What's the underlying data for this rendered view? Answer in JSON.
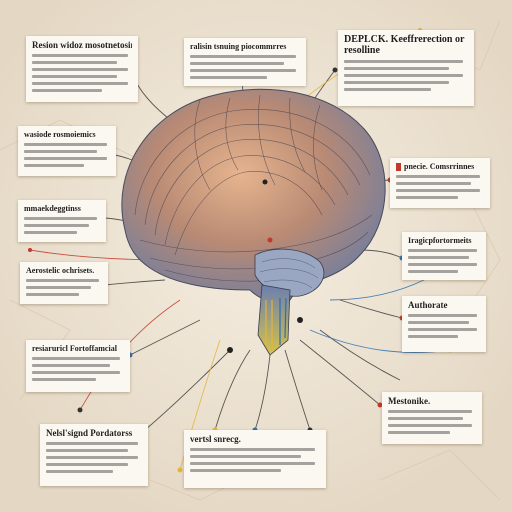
{
  "colors": {
    "background": "#efe6d6",
    "card": "#fbf8f2",
    "accent_red": "#c0392b",
    "accent_blue": "#2e6fb0",
    "accent_yellow": "#e3b43a",
    "brain": "#c99a78"
  },
  "cards": [
    {
      "title": "Resion widoz mosotnetosing"
    },
    {
      "title": "ralisin tsnuing piocommrres"
    },
    {
      "title": "DEPLCK. Keeffrerection or",
      "subtitle": "resolline"
    },
    {
      "title": "wasiode rosmoiemics"
    },
    {
      "title": "pnecie. Comsrrinnes"
    },
    {
      "title": "mmaekdeggtinss"
    },
    {
      "title": "Iragicpfortormeits"
    },
    {
      "title": "Aerostelic ochrisets."
    },
    {
      "title": "Authorate"
    },
    {
      "title": "resiaruricl Fortoffamcial"
    },
    {
      "title": "Mestonike."
    },
    {
      "title": "Nelsl'signd Pordatorss"
    },
    {
      "title": "vertsl snrecg."
    }
  ]
}
